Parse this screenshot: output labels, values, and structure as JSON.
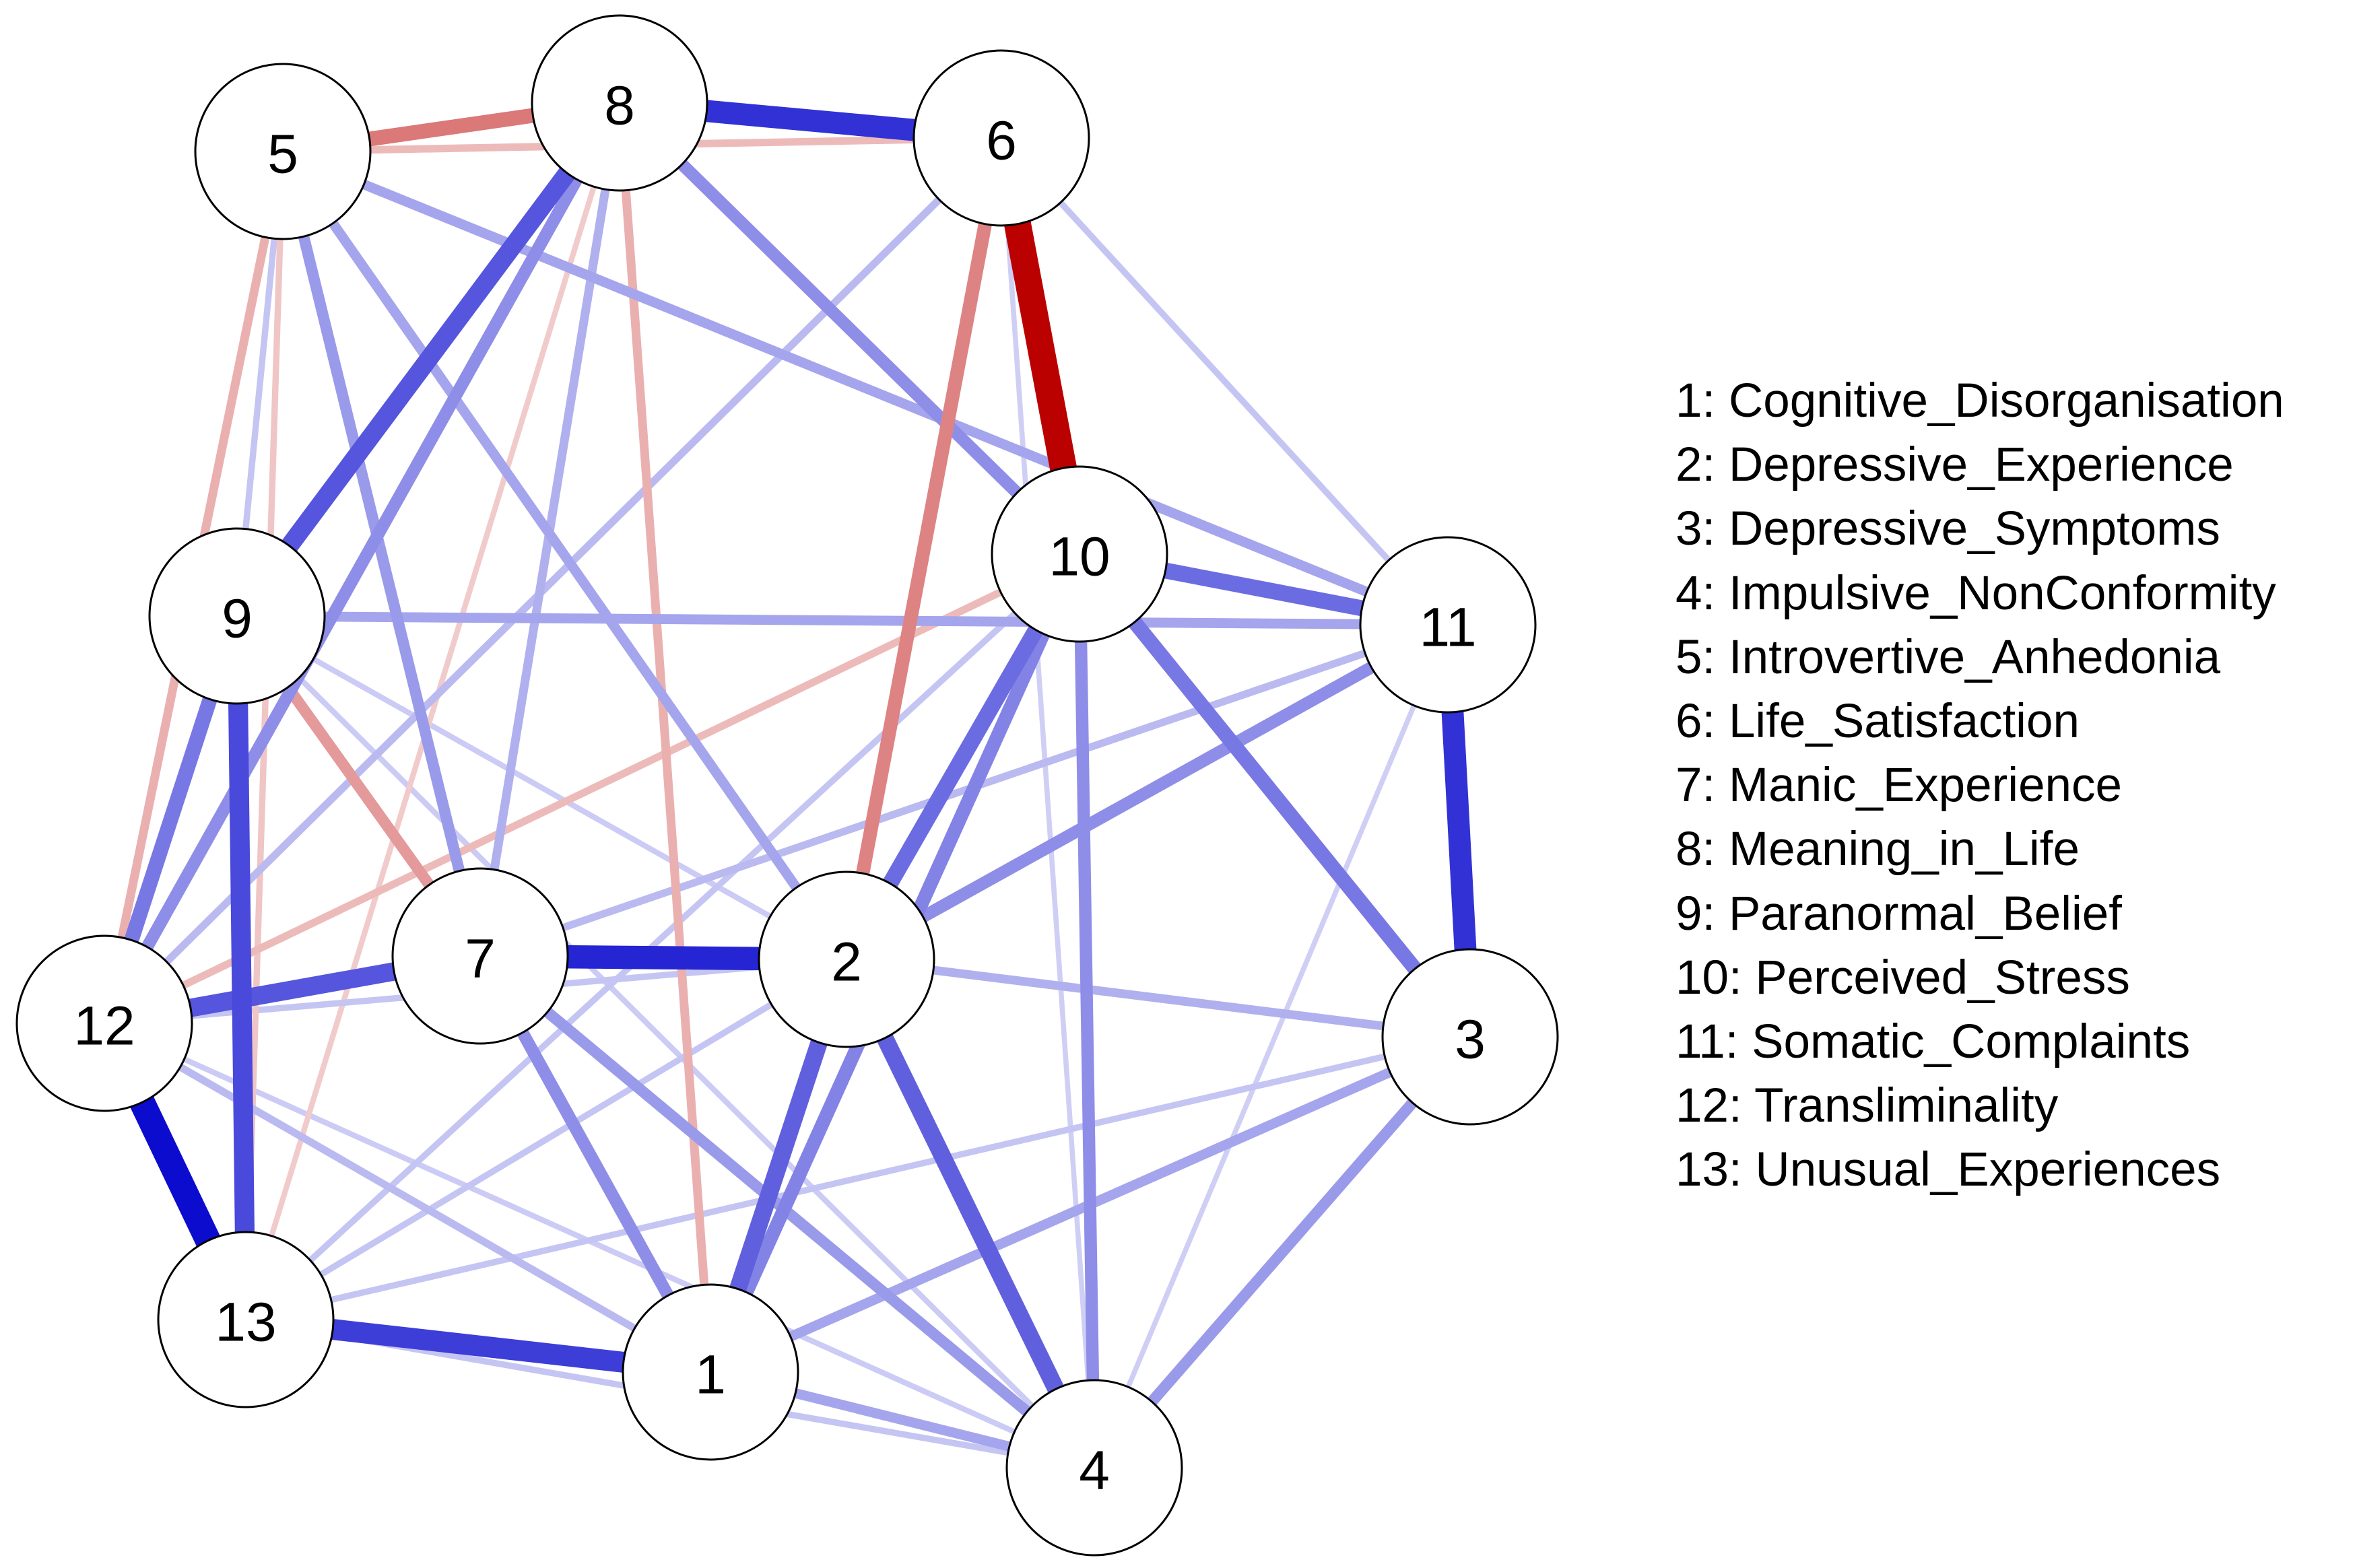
{
  "nodes": [
    {
      "id": "1"
    },
    {
      "id": "2"
    },
    {
      "id": "3"
    },
    {
      "id": "4"
    },
    {
      "id": "5"
    },
    {
      "id": "6"
    },
    {
      "id": "7"
    },
    {
      "id": "8"
    },
    {
      "id": "9"
    },
    {
      "id": "10"
    },
    {
      "id": "11"
    },
    {
      "id": "12"
    },
    {
      "id": "13"
    }
  ],
  "edges": [
    {
      "from": "6",
      "to": "10",
      "sign": "negative",
      "strength": 1.0
    },
    {
      "from": "12",
      "to": "13",
      "sign": "positive",
      "strength": 0.95
    },
    {
      "from": "7",
      "to": "2",
      "sign": "positive",
      "strength": 0.85
    },
    {
      "from": "8",
      "to": "6",
      "sign": "positive",
      "strength": 0.8
    },
    {
      "from": "11",
      "to": "3",
      "sign": "positive",
      "strength": 0.8
    },
    {
      "from": "13",
      "to": "1",
      "sign": "positive",
      "strength": 0.75
    },
    {
      "from": "9",
      "to": "13",
      "sign": "positive",
      "strength": 0.7
    },
    {
      "from": "8",
      "to": "9",
      "sign": "positive",
      "strength": 0.65
    },
    {
      "from": "12",
      "to": "7",
      "sign": "positive",
      "strength": 0.65
    },
    {
      "from": "2",
      "to": "4",
      "sign": "positive",
      "strength": 0.6
    },
    {
      "from": "2",
      "to": "1",
      "sign": "positive",
      "strength": 0.6
    },
    {
      "from": "10",
      "to": "2",
      "sign": "positive",
      "strength": 0.55
    },
    {
      "from": "10",
      "to": "11",
      "sign": "positive",
      "strength": 0.55
    },
    {
      "from": "10",
      "to": "3",
      "sign": "positive",
      "strength": 0.5
    },
    {
      "from": "5",
      "to": "8",
      "sign": "negative",
      "strength": 0.5
    },
    {
      "from": "9",
      "to": "12",
      "sign": "positive",
      "strength": 0.5
    },
    {
      "from": "6",
      "to": "2",
      "sign": "negative",
      "strength": 0.45
    },
    {
      "from": "10",
      "to": "1",
      "sign": "positive",
      "strength": 0.45
    },
    {
      "from": "11",
      "to": "2",
      "sign": "positive",
      "strength": 0.4
    },
    {
      "from": "7",
      "to": "1",
      "sign": "positive",
      "strength": 0.4
    },
    {
      "from": "10",
      "to": "4",
      "sign": "positive",
      "strength": 0.4
    },
    {
      "from": "8",
      "to": "10",
      "sign": "positive",
      "strength": 0.4
    },
    {
      "from": "8",
      "to": "12",
      "sign": "positive",
      "strength": 0.4
    },
    {
      "from": "3",
      "to": "4",
      "sign": "positive",
      "strength": 0.35
    },
    {
      "from": "7",
      "to": "4",
      "sign": "positive",
      "strength": 0.35
    },
    {
      "from": "9",
      "to": "11",
      "sign": "positive",
      "strength": 0.3
    },
    {
      "from": "5",
      "to": "7",
      "sign": "positive",
      "strength": 0.35
    },
    {
      "from": "5",
      "to": "2",
      "sign": "positive",
      "strength": 0.3
    },
    {
      "from": "5",
      "to": "11",
      "sign": "positive",
      "strength": 0.3
    },
    {
      "from": "1",
      "to": "4",
      "sign": "positive",
      "strength": 0.3
    },
    {
      "from": "3",
      "to": "1",
      "sign": "positive",
      "strength": 0.3
    },
    {
      "from": "2",
      "to": "3",
      "sign": "positive",
      "strength": 0.25
    },
    {
      "from": "9",
      "to": "7",
      "sign": "negative",
      "strength": 0.35
    },
    {
      "from": "5",
      "to": "12",
      "sign": "negative",
      "strength": 0.25
    },
    {
      "from": "8",
      "to": "1",
      "sign": "negative",
      "strength": 0.25
    },
    {
      "from": "8",
      "to": "7",
      "sign": "positive",
      "strength": 0.25
    },
    {
      "from": "6",
      "to": "12",
      "sign": "positive",
      "strength": 0.2
    },
    {
      "from": "12",
      "to": "10",
      "sign": "negative",
      "strength": 0.2
    },
    {
      "from": "7",
      "to": "11",
      "sign": "positive",
      "strength": 0.2
    },
    {
      "from": "12",
      "to": "1",
      "sign": "positive",
      "strength": 0.2
    },
    {
      "from": "13",
      "to": "4",
      "sign": "positive",
      "strength": 0.15
    },
    {
      "from": "13",
      "to": "3",
      "sign": "positive",
      "strength": 0.15
    },
    {
      "from": "5",
      "to": "9",
      "sign": "positive",
      "strength": 0.15
    },
    {
      "from": "5",
      "to": "6",
      "sign": "negative",
      "strength": 0.2
    },
    {
      "from": "6",
      "to": "11",
      "sign": "positive",
      "strength": 0.15
    },
    {
      "from": "9",
      "to": "4",
      "sign": "positive",
      "strength": 0.12
    },
    {
      "from": "9",
      "to": "2",
      "sign": "positive",
      "strength": 0.12
    },
    {
      "from": "12",
      "to": "2",
      "sign": "positive",
      "strength": 0.15
    },
    {
      "from": "13",
      "to": "2",
      "sign": "positive",
      "strength": 0.15
    },
    {
      "from": "6",
      "to": "4",
      "sign": "positive",
      "strength": 0.1
    },
    {
      "from": "11",
      "to": "4",
      "sign": "positive",
      "strength": 0.1
    },
    {
      "from": "10",
      "to": "13",
      "sign": "positive",
      "strength": 0.15
    },
    {
      "from": "12",
      "to": "4",
      "sign": "positive",
      "strength": 0.12
    },
    {
      "from": "5",
      "to": "13",
      "sign": "negative",
      "strength": 0.15
    },
    {
      "from": "8",
      "to": "13",
      "sign": "negative",
      "strength": 0.12
    }
  ],
  "legend": [
    {
      "label": "1: Cognitive_Disorganisation"
    },
    {
      "label": "2: Depressive_Experience"
    },
    {
      "label": "3: Depressive_Symptoms"
    },
    {
      "label": "4: Impulsive_NonConformity"
    },
    {
      "label": "5: Introvertive_Anhedonia"
    },
    {
      "label": "6: Life_Satisfaction"
    },
    {
      "label": "7: Manic_Experience"
    },
    {
      "label": "8: Meaning_in_Life"
    },
    {
      "label": "9: Paranormal_Belief"
    },
    {
      "label": "10: Perceived_Stress"
    },
    {
      "label": "11: Somatic_Complaints"
    },
    {
      "label": "12: Transliminality"
    },
    {
      "label": "13: Unusual_Experiences"
    }
  ],
  "colors": {
    "positive": "#0000cc",
    "negative": "#bb0000",
    "node_fill": "#ffffff",
    "node_border": "#000000"
  }
}
